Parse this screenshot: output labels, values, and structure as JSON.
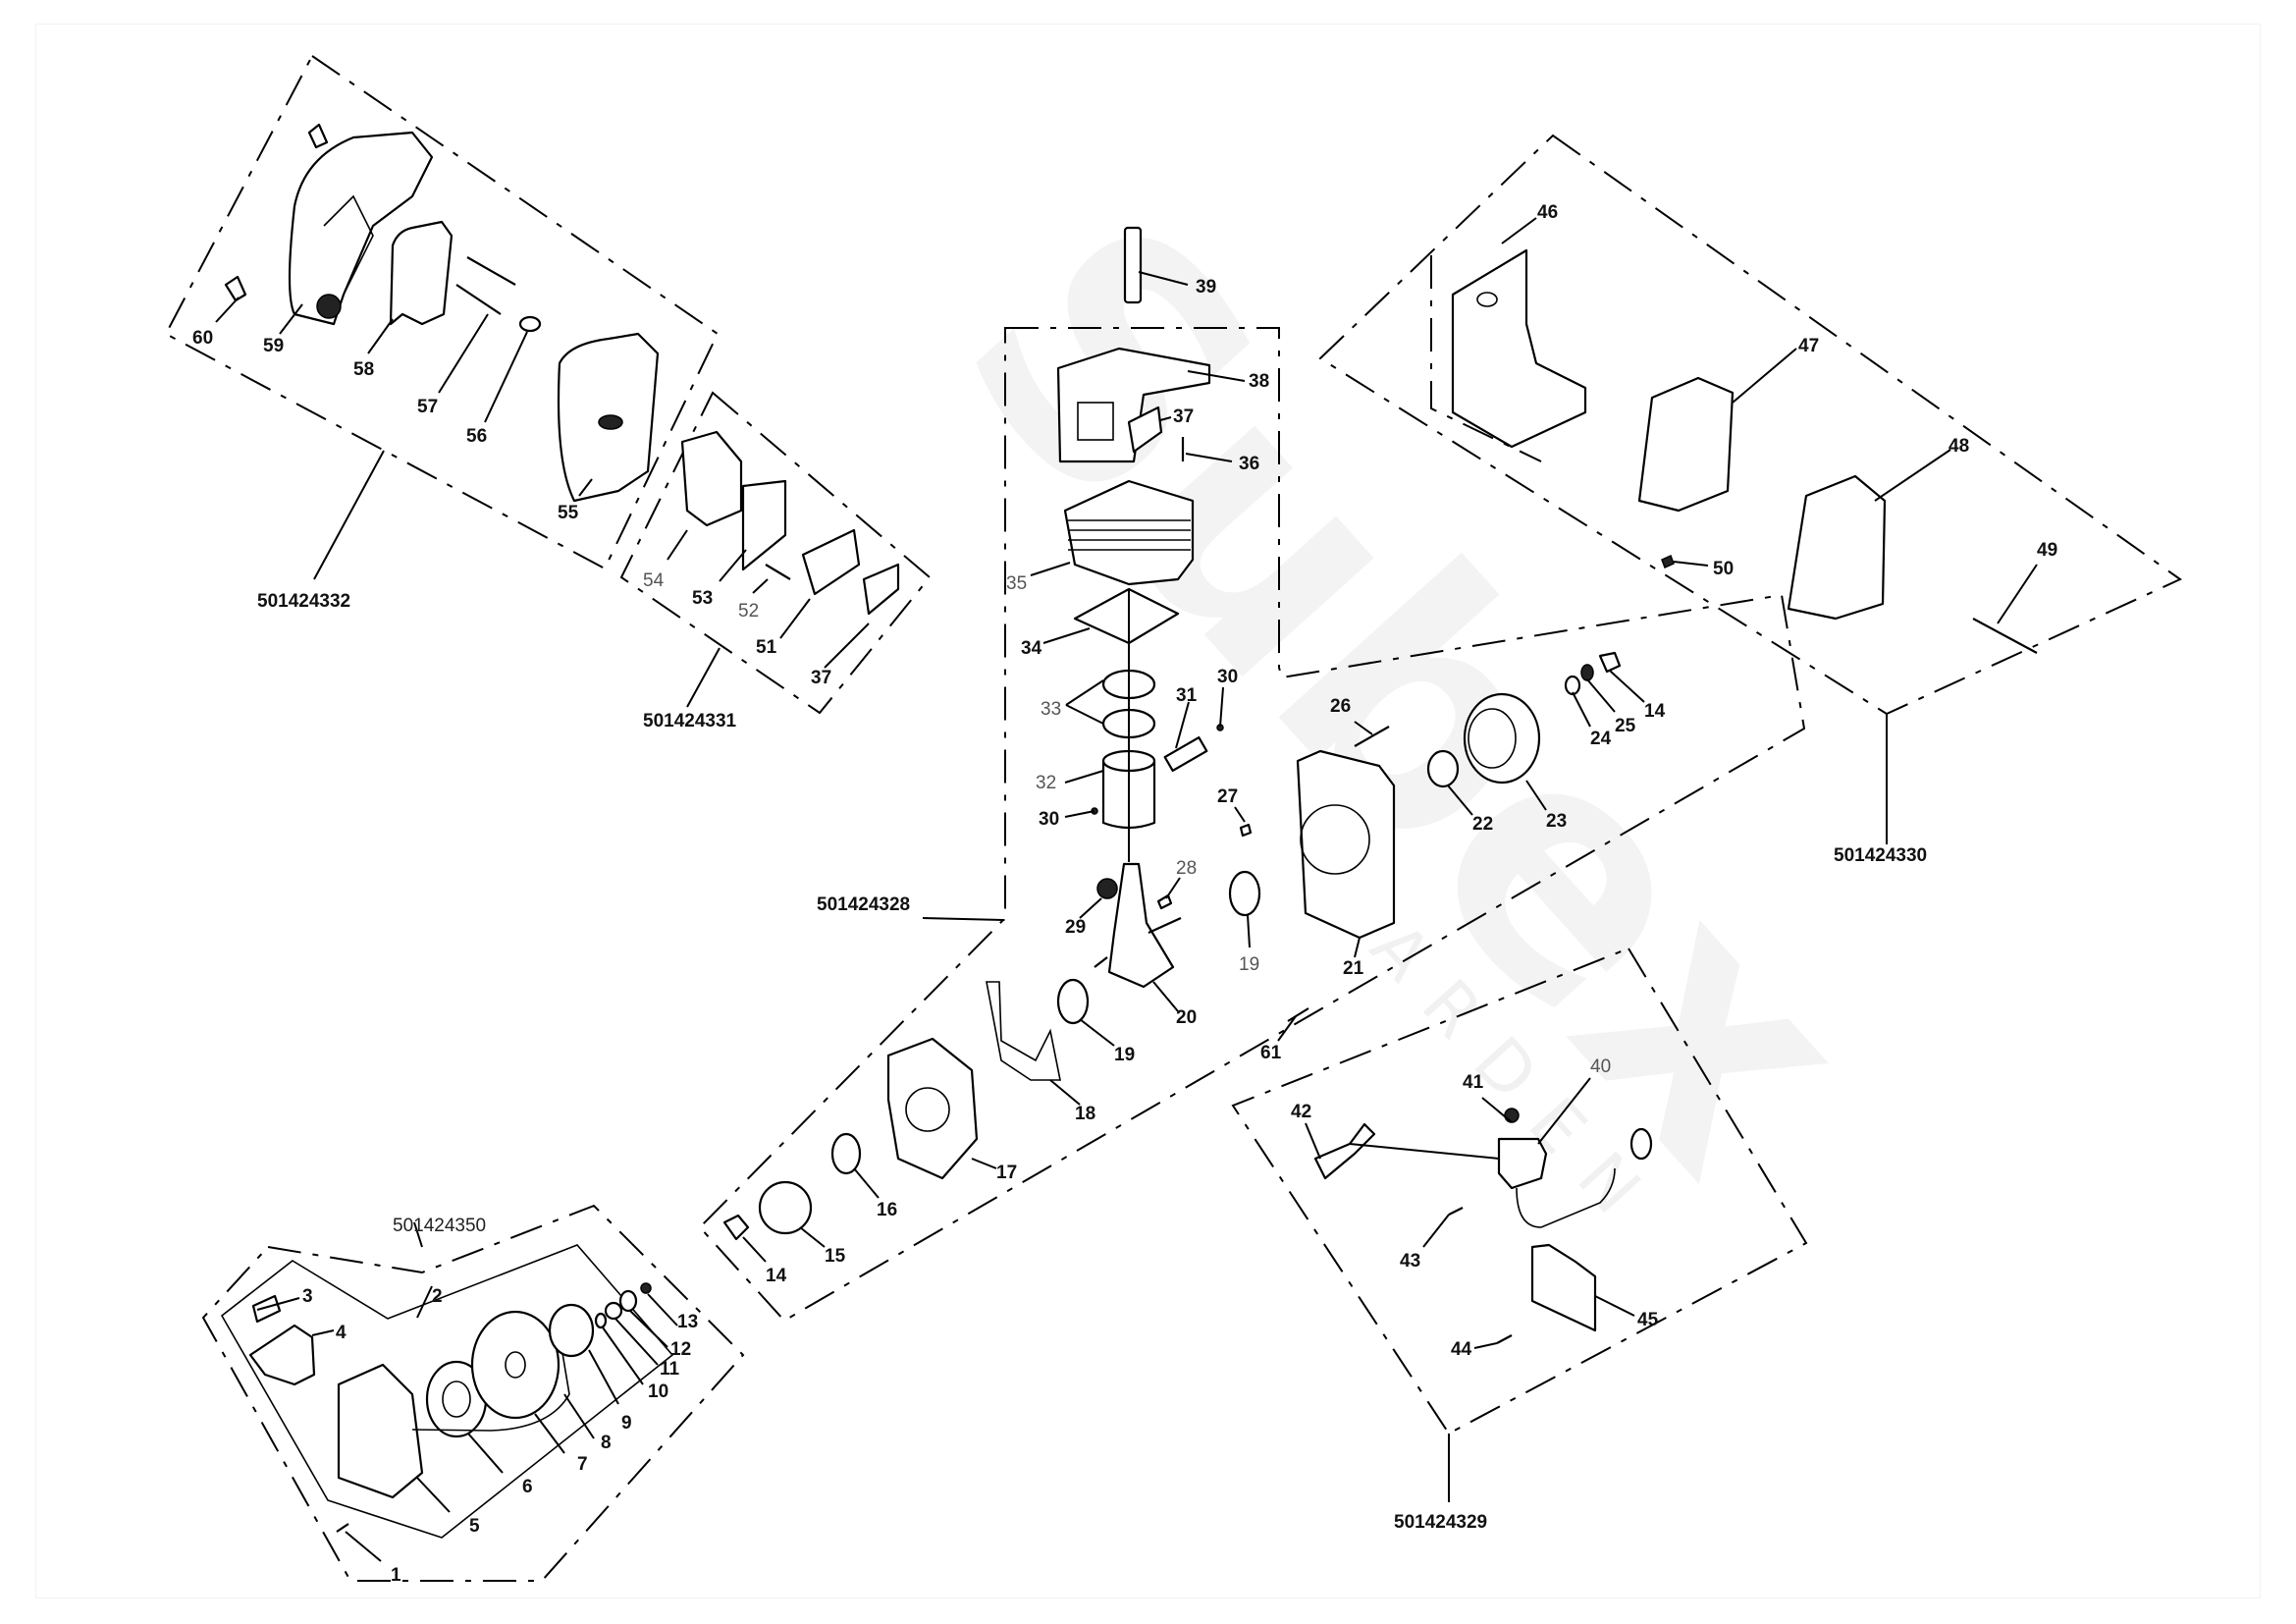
{
  "diagram": {
    "title": "Engine exploded parts diagram",
    "watermark": {
      "main": "Subex",
      "sub": "GARDEN"
    },
    "kits": [
      {
        "id": "kit-501424332",
        "label": "501424332",
        "contains": [
          "55",
          "56",
          "57",
          "58",
          "59",
          "60"
        ]
      },
      {
        "id": "kit-501424331",
        "label": "501424331",
        "contains": [
          "37",
          "51",
          "52",
          "53",
          "54"
        ]
      },
      {
        "id": "kit-501424328",
        "label": "501424328",
        "contains": [
          "14",
          "15",
          "16",
          "17",
          "18",
          "19",
          "20",
          "21",
          "22",
          "23",
          "24",
          "25",
          "26",
          "27",
          "28",
          "29",
          "30",
          "31",
          "32",
          "33",
          "34",
          "35",
          "36",
          "37",
          "38"
        ]
      },
      {
        "id": "kit-501424330",
        "label": "501424330",
        "contains": [
          "46",
          "47",
          "48",
          "49",
          "50"
        ]
      },
      {
        "id": "kit-501424329",
        "label": "501424329",
        "contains": [
          "40",
          "41",
          "42",
          "43",
          "44",
          "45"
        ]
      },
      {
        "id": "kit-501424350",
        "label": "501424350",
        "contains": [
          "1",
          "2",
          "3",
          "4",
          "5",
          "6",
          "7",
          "8",
          "9",
          "10",
          "11",
          "12",
          "13"
        ]
      }
    ],
    "callouts": [
      {
        "n": "1"
      },
      {
        "n": "2"
      },
      {
        "n": "3"
      },
      {
        "n": "4"
      },
      {
        "n": "5"
      },
      {
        "n": "6"
      },
      {
        "n": "7"
      },
      {
        "n": "8"
      },
      {
        "n": "9"
      },
      {
        "n": "10"
      },
      {
        "n": "11"
      },
      {
        "n": "12"
      },
      {
        "n": "13"
      },
      {
        "n": "14"
      },
      {
        "n": "15"
      },
      {
        "n": "16"
      },
      {
        "n": "17"
      },
      {
        "n": "18"
      },
      {
        "n": "19"
      },
      {
        "n": "20"
      },
      {
        "n": "21"
      },
      {
        "n": "22"
      },
      {
        "n": "23"
      },
      {
        "n": "24"
      },
      {
        "n": "25"
      },
      {
        "n": "26"
      },
      {
        "n": "27"
      },
      {
        "n": "28"
      },
      {
        "n": "29"
      },
      {
        "n": "30"
      },
      {
        "n": "31"
      },
      {
        "n": "32"
      },
      {
        "n": "33"
      },
      {
        "n": "34"
      },
      {
        "n": "35"
      },
      {
        "n": "36"
      },
      {
        "n": "37"
      },
      {
        "n": "38"
      },
      {
        "n": "39"
      },
      {
        "n": "40"
      },
      {
        "n": "41"
      },
      {
        "n": "42"
      },
      {
        "n": "43"
      },
      {
        "n": "44"
      },
      {
        "n": "45"
      },
      {
        "n": "46"
      },
      {
        "n": "47"
      },
      {
        "n": "48"
      },
      {
        "n": "49"
      },
      {
        "n": "50"
      },
      {
        "n": "51"
      },
      {
        "n": "52"
      },
      {
        "n": "53"
      },
      {
        "n": "54"
      },
      {
        "n": "55"
      },
      {
        "n": "56"
      },
      {
        "n": "57"
      },
      {
        "n": "58"
      },
      {
        "n": "59"
      },
      {
        "n": "60"
      },
      {
        "n": "61"
      },
      {
        "n": "19"
      },
      {
        "n": "30"
      },
      {
        "n": "14"
      },
      {
        "n": "37"
      }
    ]
  }
}
